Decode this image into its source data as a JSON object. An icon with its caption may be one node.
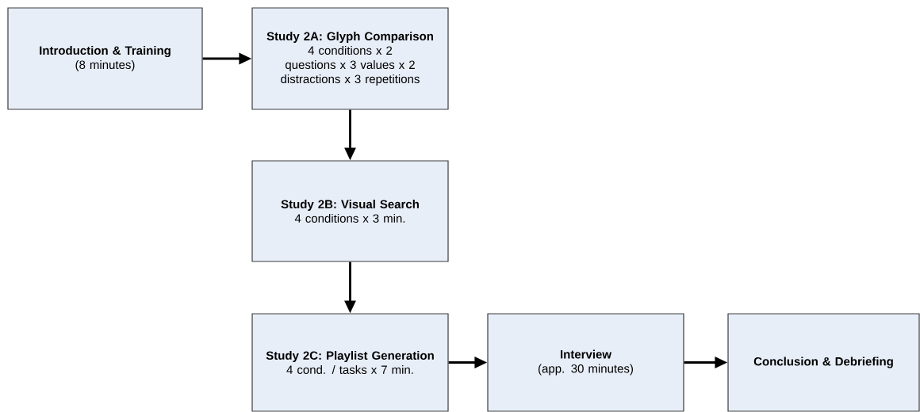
{
  "diagram": {
    "nodes": [
      {
        "text": [
          "Introduction & Training",
          "(8 minutes)"
        ]
      },
      {
        "text": [
          "Study 2A: Glyph Comparison",
          "4 conditions x 2 questions x 3 values x 2 distractions x 3 repetitions"
        ]
      },
      {
        "text": [
          "Study 2B: Visual Search",
          "4 conditions x 3 min."
        ]
      },
      {
        "text": [
          "Study 2C: Playlist Generation",
          "4 cond. / tasks x 7 min."
        ]
      },
      {
        "text": [
          "Interview",
          "(app. 30 minutes)"
        ]
      },
      {
        "text": [
          "Conclusion & Debriefing"
        ]
      }
    ],
    "edges": [
      {
        "from": 0,
        "to": 1,
        "arrow": "to"
      },
      {
        "from": 1,
        "to": 2,
        "arrow": "to"
      },
      {
        "from": 2,
        "to": 3,
        "arrow": "to"
      },
      {
        "from": 3,
        "to": 4,
        "arrow": "to"
      },
      {
        "from": 4,
        "to": 5,
        "arrow": "to"
      }
    ]
  }
}
